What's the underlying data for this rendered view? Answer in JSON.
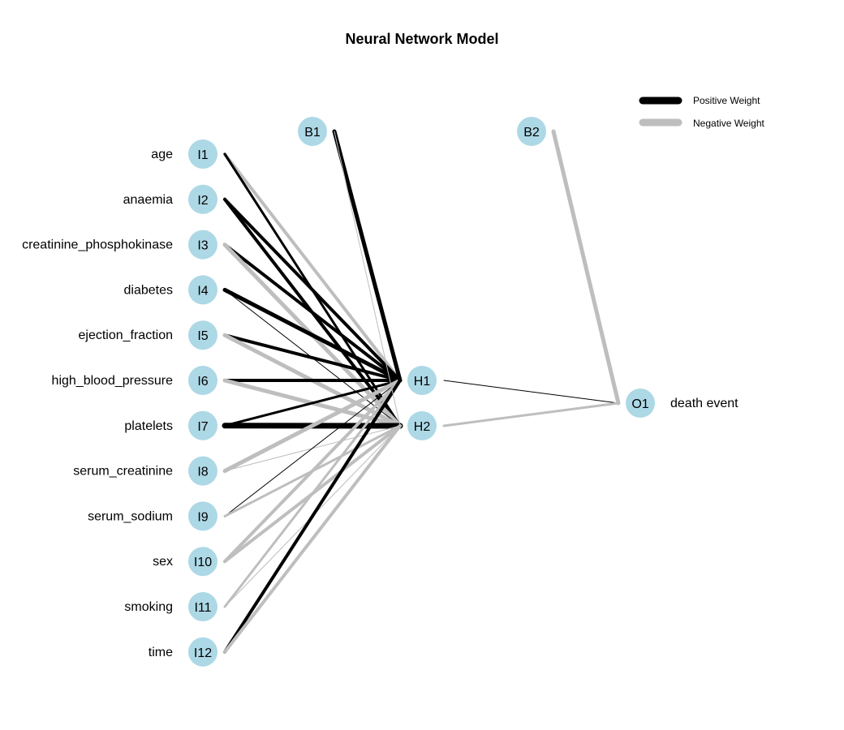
{
  "title": "Neural Network Model",
  "legend": {
    "positive_label": "Positive Weight",
    "negative_label": "Negative Weight",
    "positive_color": "#000000",
    "negative_color": "#bebebe"
  },
  "node_color": "#add8e6",
  "input_nodes": [
    {
      "id": "I1",
      "label": "age"
    },
    {
      "id": "I2",
      "label": "anaemia"
    },
    {
      "id": "I3",
      "label": "creatinine_phosphokinase"
    },
    {
      "id": "I4",
      "label": "diabetes"
    },
    {
      "id": "I5",
      "label": "ejection_fraction"
    },
    {
      "id": "I6",
      "label": "high_blood_pressure"
    },
    {
      "id": "I7",
      "label": "platelets"
    },
    {
      "id": "I8",
      "label": "serum_creatinine"
    },
    {
      "id": "I9",
      "label": "serum_sodium"
    },
    {
      "id": "I10",
      "label": "sex"
    },
    {
      "id": "I11",
      "label": "smoking"
    },
    {
      "id": "I12",
      "label": "time"
    }
  ],
  "hidden_nodes": [
    {
      "id": "H1"
    },
    {
      "id": "H2"
    }
  ],
  "bias_nodes": [
    {
      "id": "B1"
    },
    {
      "id": "B2"
    }
  ],
  "output_node": {
    "id": "O1",
    "label": "death event"
  },
  "connections": [
    {
      "from": "I1",
      "to": "H1",
      "sign": "neg",
      "weight": 4
    },
    {
      "from": "I1",
      "to": "H2",
      "sign": "pos",
      "weight": 3
    },
    {
      "from": "I2",
      "to": "H1",
      "sign": "pos",
      "weight": 4
    },
    {
      "from": "I2",
      "to": "H2",
      "sign": "pos",
      "weight": 4
    },
    {
      "from": "I3",
      "to": "H1",
      "sign": "pos",
      "weight": 4
    },
    {
      "from": "I3",
      "to": "H2",
      "sign": "neg",
      "weight": 5
    },
    {
      "from": "I4",
      "to": "H1",
      "sign": "pos",
      "weight": 5
    },
    {
      "from": "I4",
      "to": "H2",
      "sign": "pos",
      "weight": 1
    },
    {
      "from": "I5",
      "to": "H1",
      "sign": "pos",
      "weight": 4
    },
    {
      "from": "I5",
      "to": "H2",
      "sign": "neg",
      "weight": 5
    },
    {
      "from": "I6",
      "to": "H1",
      "sign": "pos",
      "weight": 4
    },
    {
      "from": "I6",
      "to": "H2",
      "sign": "neg",
      "weight": 5
    },
    {
      "from": "I7",
      "to": "H1",
      "sign": "pos",
      "weight": 3
    },
    {
      "from": "I7",
      "to": "H2",
      "sign": "pos",
      "weight": 7
    },
    {
      "from": "I8",
      "to": "H1",
      "sign": "neg",
      "weight": 5
    },
    {
      "from": "I8",
      "to": "H2",
      "sign": "neg",
      "weight": 1
    },
    {
      "from": "I9",
      "to": "H1",
      "sign": "pos",
      "weight": 1
    },
    {
      "from": "I9",
      "to": "H2",
      "sign": "neg",
      "weight": 3
    },
    {
      "from": "I10",
      "to": "H1",
      "sign": "neg",
      "weight": 4
    },
    {
      "from": "I10",
      "to": "H2",
      "sign": "neg",
      "weight": 4
    },
    {
      "from": "I11",
      "to": "H1",
      "sign": "neg",
      "weight": 3
    },
    {
      "from": "I11",
      "to": "H2",
      "sign": "neg",
      "weight": 1
    },
    {
      "from": "I12",
      "to": "H1",
      "sign": "pos",
      "weight": 4
    },
    {
      "from": "I12",
      "to": "H2",
      "sign": "neg",
      "weight": 4
    },
    {
      "from": "B1",
      "to": "H1",
      "sign": "pos",
      "weight": 5
    },
    {
      "from": "B1",
      "to": "H2",
      "sign": "neg",
      "weight": 1
    },
    {
      "from": "H1",
      "to": "O1",
      "sign": "pos",
      "weight": 1
    },
    {
      "from": "H2",
      "to": "O1",
      "sign": "neg",
      "weight": 3
    },
    {
      "from": "B2",
      "to": "O1",
      "sign": "neg",
      "weight": 5
    }
  ]
}
